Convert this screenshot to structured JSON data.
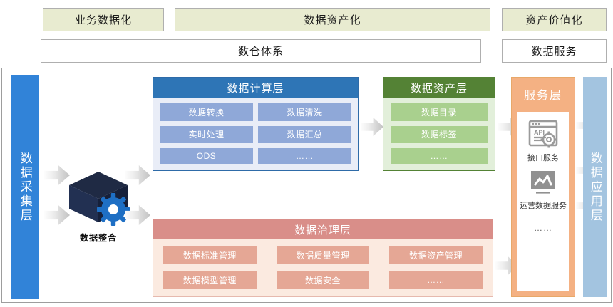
{
  "phases": [
    {
      "label": "业务数据化"
    },
    {
      "label": "数据资产化"
    },
    {
      "label": "资产价值化"
    }
  ],
  "subheaders": [
    {
      "label": "数仓体系"
    },
    {
      "label": "数据服务"
    }
  ],
  "collect_layer": {
    "label": "数据采集层"
  },
  "apply_layer": {
    "label": "数据应用层"
  },
  "integration": {
    "label": "数据整合",
    "icon": "cube-gear-icon"
  },
  "compute_layer": {
    "title": "数据计算层",
    "cells": [
      "数据转换",
      "数据清洗",
      "实时处理",
      "数据汇总",
      "ODS",
      "……"
    ]
  },
  "asset_layer": {
    "title": "数据资产层",
    "cells": [
      "数据目录",
      "数据标签",
      "……"
    ]
  },
  "governance_layer": {
    "title": "数据治理层",
    "cells": [
      "数据标准管理",
      "数据质量管理",
      "数据资产管理",
      "数据模型管理",
      "数据安全",
      "……"
    ]
  },
  "service_layer": {
    "title": "服务层",
    "items": [
      {
        "icon": "api-window-icon",
        "label": "接口服务"
      },
      {
        "icon": "monitor-chart-icon",
        "label": "运营数据服务"
      }
    ],
    "more": "……"
  },
  "colors": {
    "phase_bg": "#E8EBD0",
    "collect_bar": "#3183D8",
    "apply_bar": "#A3C4E0",
    "compute_header": "#2E75B6",
    "compute_cell": "#8FA8D8",
    "asset_header": "#548235",
    "asset_cell": "#A9D08E",
    "governance_header": "#D98E89",
    "governance_cell": "#E5A795",
    "service_bg": "#F4B183"
  }
}
